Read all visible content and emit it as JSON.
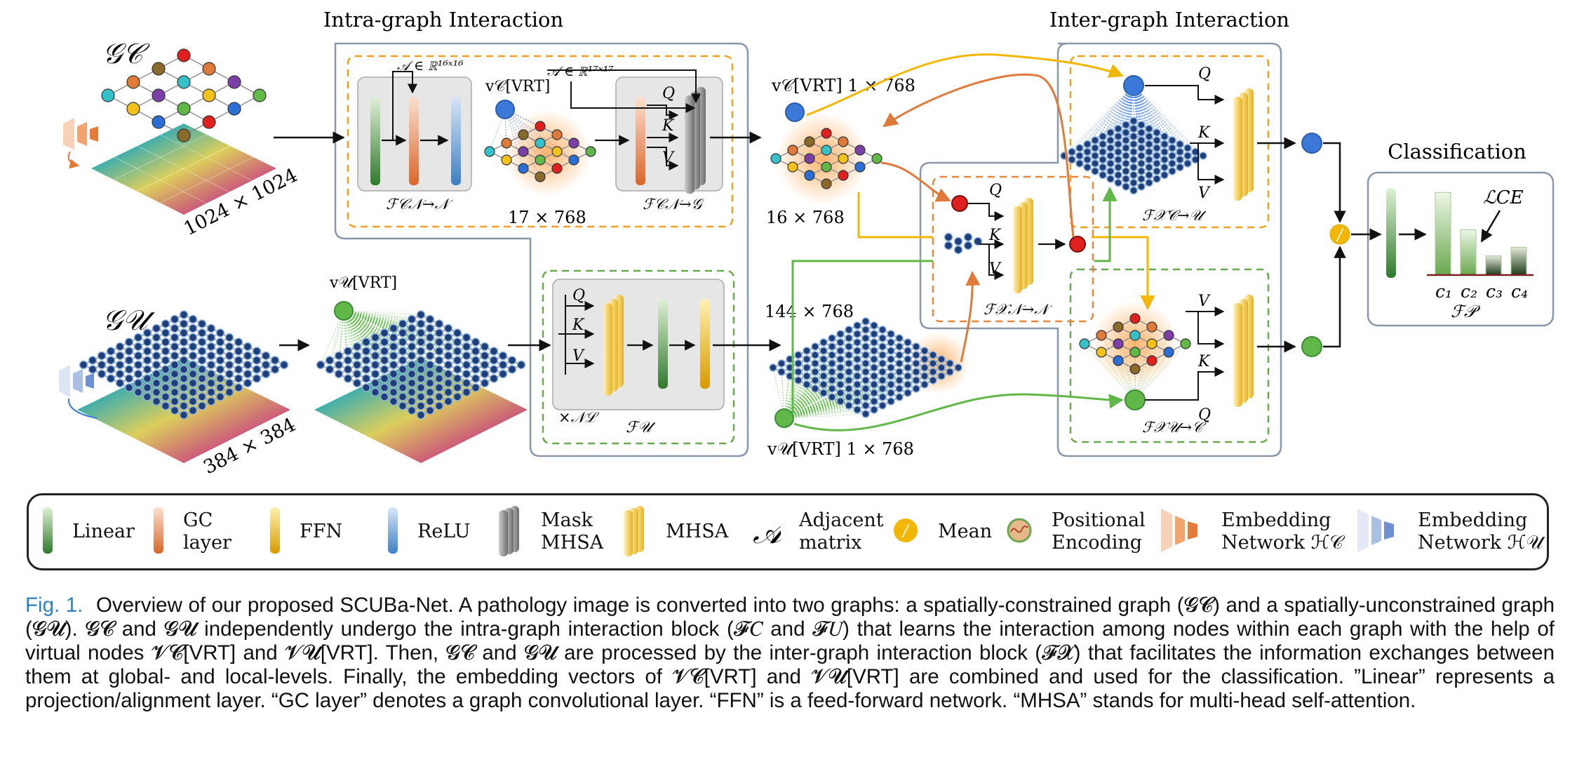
{
  "labels": {
    "intra_title": "Intra-graph Interaction",
    "inter_title": "Inter-graph Interaction",
    "classification_title": "Classification",
    "gc_graph": "𝒢𝒞",
    "gu_graph": "𝒢𝒰",
    "size_c": "1024 × 1024",
    "size_u": "384 × 384",
    "adj16": "𝒜 ∈ ℝ¹⁶ˣ¹⁶",
    "adj17": "𝒜 ∈ ℝ¹⁷ˣ¹⁷",
    "vvrt_c_label": "v𝒞[VRT]",
    "dim17": "17 × 768",
    "f_c_n2n": "ℱ𝒞𝒩→𝒩",
    "f_c_n2g": "ℱ𝒞𝒩→𝒢",
    "vvrt_c_out": "v𝒞[VRT] 1 × 768",
    "dim16": "16 × 768",
    "vvrt_u_label": "v𝒰[VRT]",
    "dim144": "144 × 768",
    "vvrt_u_out": "v𝒰[VRT] 1 × 768",
    "times_nl": "×𝒩ℒ",
    "f_u": "ℱ𝒰",
    "f_x_n2n": "ℱ𝒳𝒩→𝒩",
    "f_x_c2u": "ℱ𝒳𝒞→𝒰",
    "f_x_u2c": "ℱ𝒳𝒰→𝒞",
    "f_p": "ℱ𝒫",
    "l_ce": "ℒCE",
    "q": "Q",
    "k": "K",
    "v": "V",
    "mean_glyph": "/",
    "c1": "c₁",
    "c2": "c₂",
    "c3": "c₃",
    "c4": "c₄"
  },
  "legend": [
    {
      "icon": "linear-icon",
      "label": "Linear"
    },
    {
      "icon": "gc-layer-icon",
      "label": "GC\nlayer"
    },
    {
      "icon": "ffn-icon",
      "label": "FFN"
    },
    {
      "icon": "relu-icon",
      "label": "ReLU"
    },
    {
      "icon": "mask-mhsa-icon",
      "label": "Mask\nMHSA"
    },
    {
      "icon": "mhsa-icon",
      "label": "MHSA"
    },
    {
      "icon": "adjacent-matrix-icon",
      "label": "Adjacent\nmatrix",
      "glyph": "𝒜"
    },
    {
      "icon": "mean-icon",
      "label": "Mean",
      "glyph": "/"
    },
    {
      "icon": "positional-encoding-icon",
      "label": "Positional\nEncoding"
    },
    {
      "icon": "embedding-network-c-icon",
      "label": "Embedding\nNetwork ℋ𝒞"
    },
    {
      "icon": "embedding-network-u-icon",
      "label": "Embedding\nNetwork ℋ𝒰"
    }
  ],
  "caption": {
    "fig_label": "Fig. 1.",
    "text": "Overview of our proposed SCUBa-Net. A pathology image is converted into two graphs: a spatially-constrained graph (𝓖𝓒) and a spatially-unconstrained graph (𝓖𝓤). 𝓖𝓒 and 𝓖𝓤 independently undergo the intra-graph interaction block (𝓕𝐶 and 𝓕𝑈) that learns the interaction among nodes within each graph with the help of virtual nodes 𝓥𝓒[VRT] and 𝓥𝓤[VRT]. Then, 𝓖𝓒 and 𝓖𝓤 are processed by the inter-graph interaction block (𝓕𝓧) that facilitates the information exchanges between them at global- and local-levels. Finally, the embedding vectors of 𝓥𝓒[VRT] and 𝓥𝓤[VRT] are combined and used for the classification. ”Linear” represents a projection/alignment layer. “GC layer” denotes a graph convolutional layer. “FFN” is a feed-forward network. “MHSA” stands for multi-head self-attention."
  },
  "colors": {
    "linear": "#3d8b37",
    "gc": "#e07a3a",
    "ffn": "#e9b000",
    "relu": "#5b9bd5",
    "mask": "#8c8c8c",
    "mhsa": "#f1cf55",
    "orange_dash": "#f0a020",
    "green_dash": "#6aa84f",
    "mid_orange_dash": "#e8863a",
    "panel_border": "#8a97a8",
    "node_blue": "#1f3f7a",
    "vrt_blue": "#3b78d8",
    "vrt_green": "#5fb847",
    "caption_blue": "#2f7fc1"
  },
  "chart_data": {
    "type": "bar",
    "categories": [
      "c₁",
      "c₂",
      "c₃",
      "c₄"
    ],
    "values": [
      0.95,
      0.52,
      0.22,
      0.32
    ],
    "title": "",
    "ylim": [
      0,
      1
    ]
  }
}
